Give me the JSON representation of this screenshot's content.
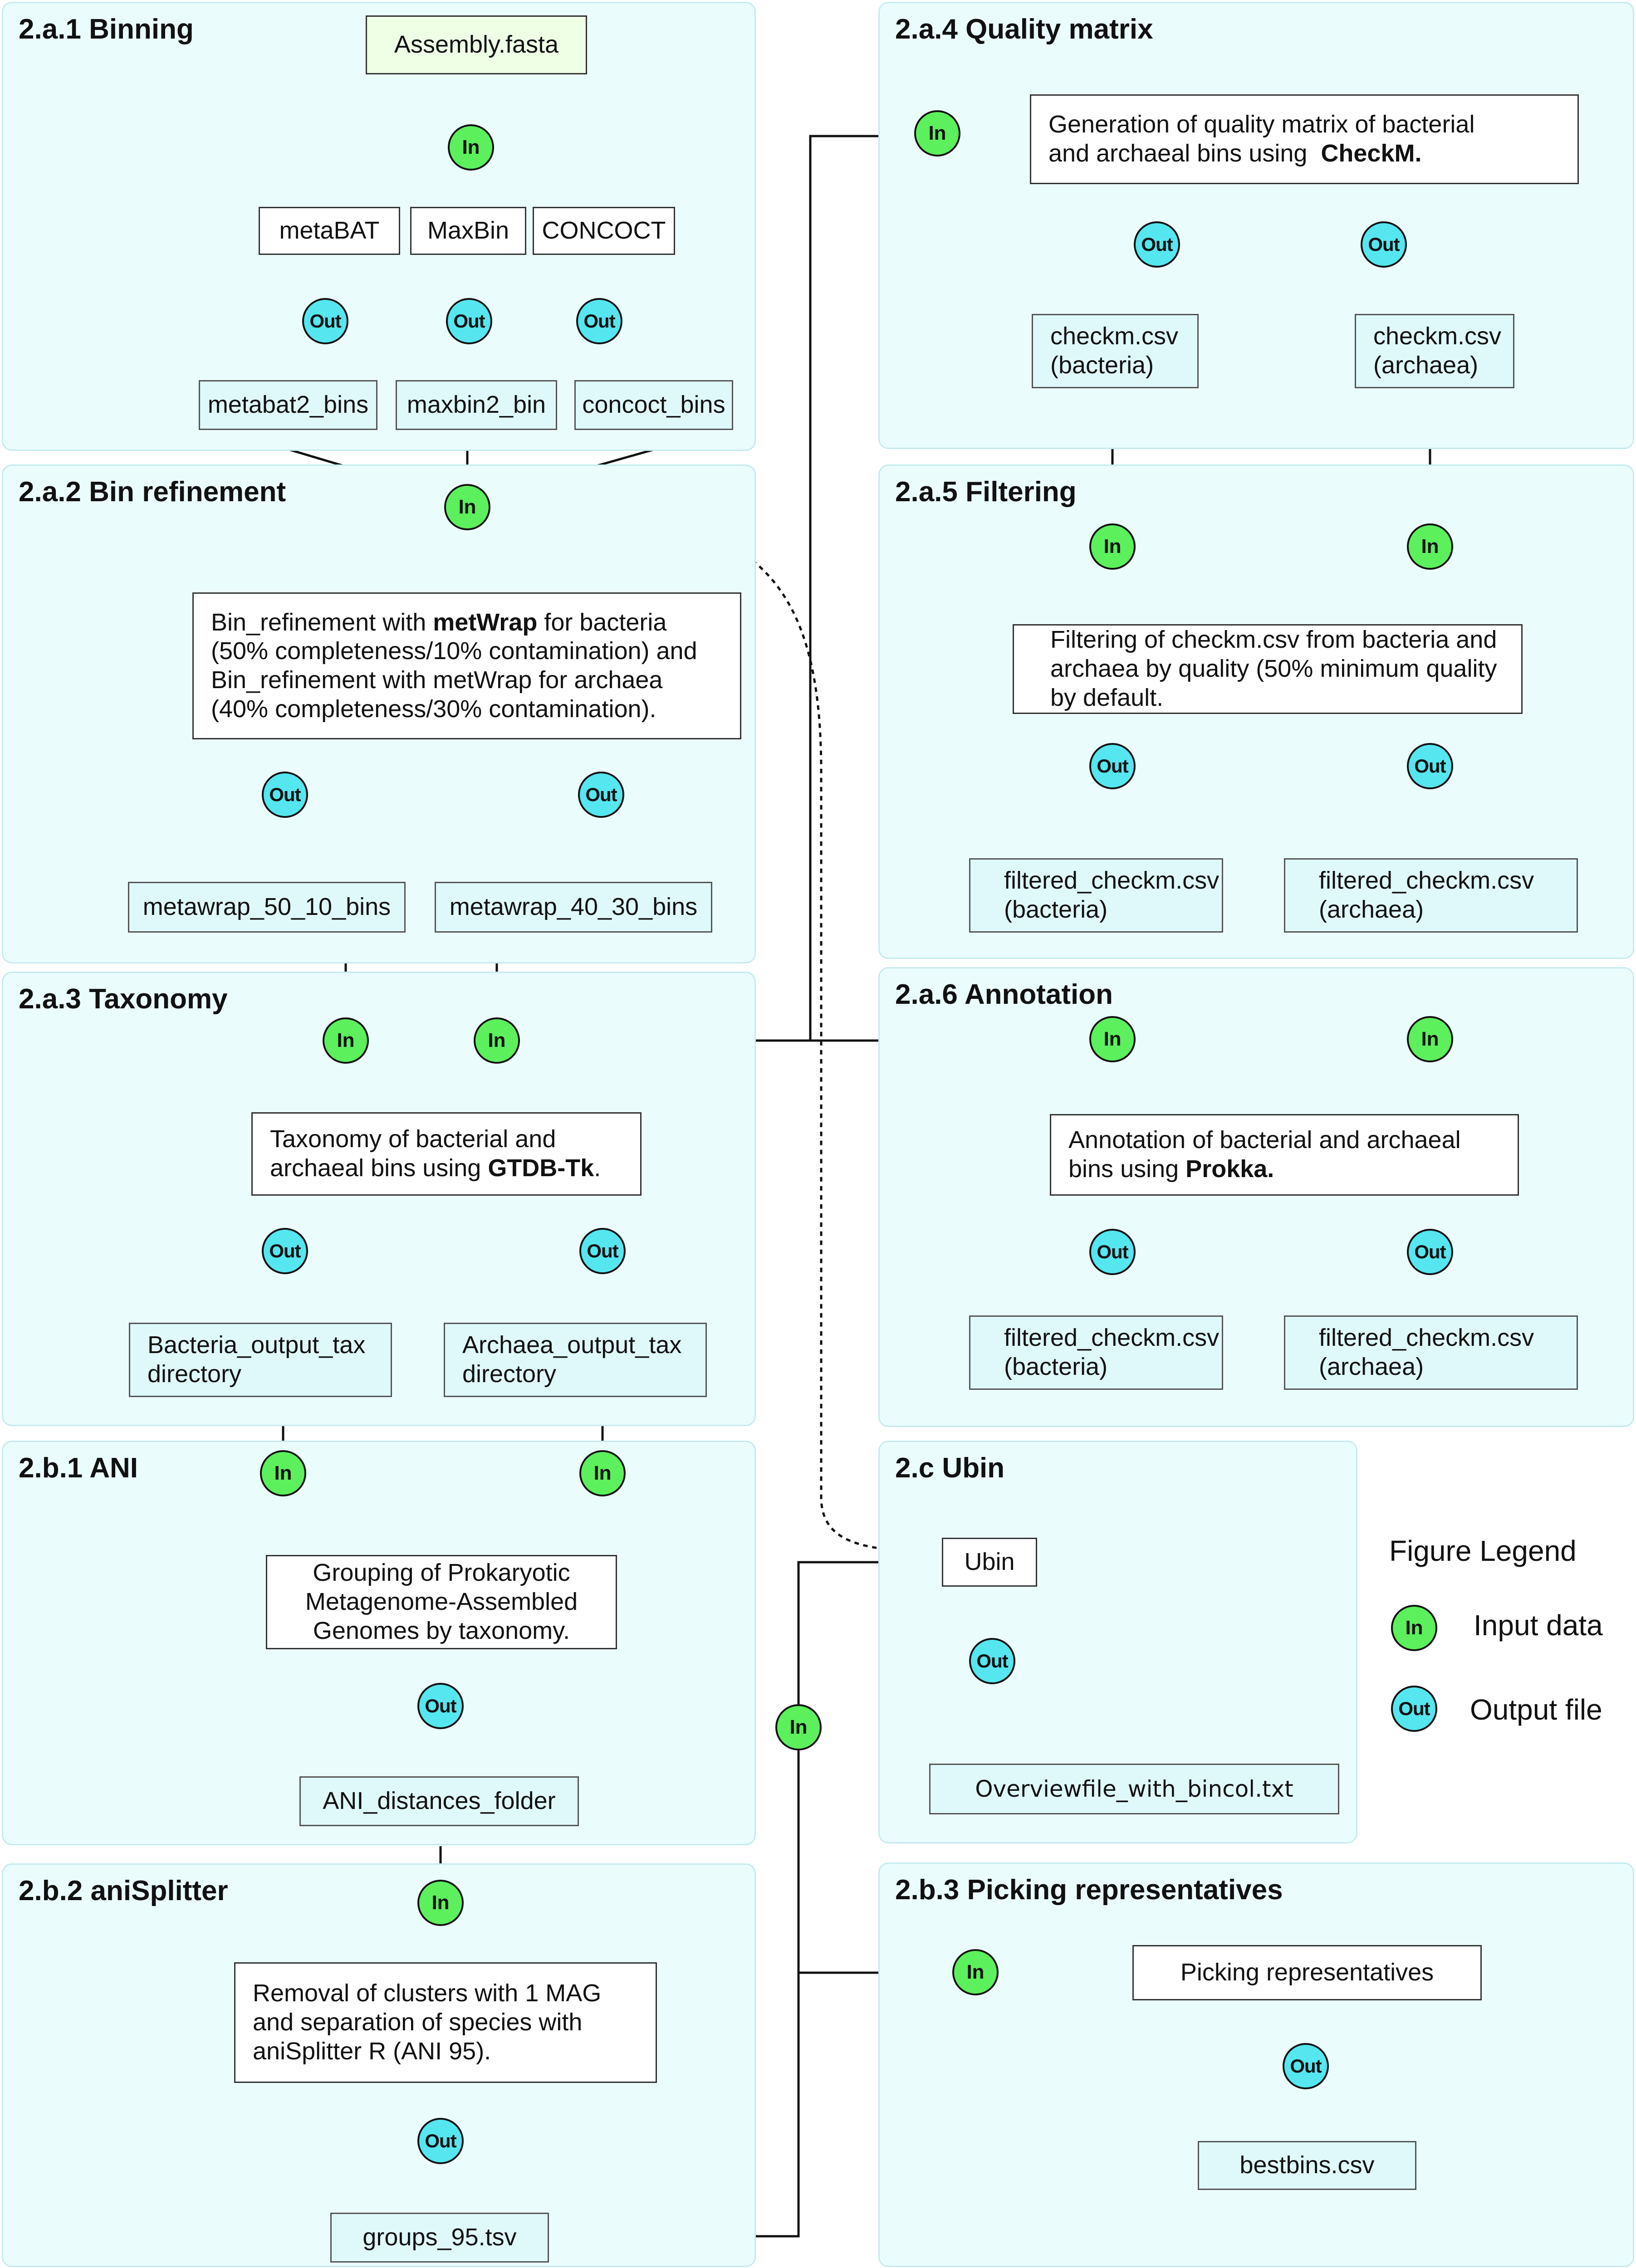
{
  "colors": {
    "input_node": "#5cf05c",
    "output_node": "#55e6f0",
    "panel_bg": "#ebfcfd",
    "file_bg": "#dff9fb"
  },
  "node_labels": {
    "in": "In",
    "out": "Out"
  },
  "panels": {
    "binning": {
      "title": "2.a.1 Binning",
      "input": "Assembly.fasta",
      "tools": [
        "metaBAT",
        "MaxBin",
        "CONCOCT"
      ],
      "outputs": [
        "metabat2_bins",
        "maxbin2_bin",
        "concoct_bins"
      ]
    },
    "bin_refinement": {
      "title": "2.a.2 Bin refinement",
      "step_lines": [
        {
          "pre": "Bin_refinement with ",
          "bold": "metWrap",
          "post": " for bacteria"
        },
        {
          "pre": "(50% completeness/10% contamination) and",
          "bold": "",
          "post": ""
        },
        {
          "pre": "Bin_refinement with metWrap for archaea",
          "bold": "",
          "post": ""
        },
        {
          "pre": "(40% completeness/30% contamination).",
          "bold": "",
          "post": ""
        }
      ],
      "outputs": [
        "metawrap_50_10_bins",
        "metawrap_40_30_bins"
      ]
    },
    "taxonomy": {
      "title": "2.a.3 Taxonomy",
      "step_line1": "Taxonomy of bacterial and",
      "step_line2_pre": "archaeal bins using ",
      "step_line2_bold": "GTDB-Tk",
      "step_line2_post": ".",
      "outputs": [
        [
          "Bacteria_output_tax",
          "directory"
        ],
        [
          "Archaea_output_tax",
          "directory"
        ]
      ]
    },
    "ani": {
      "title": "2.b.1 ANI",
      "step_lines": [
        "Grouping of Prokaryotic",
        "Metagenome-Assembled",
        "Genomes by taxonomy."
      ],
      "output": "ANI_distances_folder"
    },
    "anisplitter": {
      "title": "2.b.2 aniSplitter",
      "step_lines": [
        "Removal of clusters with 1 MAG",
        "and separation of species with",
        "aniSplitter R (ANI 95)."
      ],
      "output": "groups_95.tsv"
    },
    "quality_matrix": {
      "title": "2.a.4 Quality matrix",
      "step_line1": "Generation of quality matrix of bacterial",
      "step_line2_pre": "and archaeal bins using  ",
      "step_line2_bold": "CheckM.",
      "outputs": [
        [
          "checkm.csv",
          "(bacteria)"
        ],
        [
          "checkm.csv",
          "(archaea)"
        ]
      ]
    },
    "filtering": {
      "title": "2.a.5 Filtering",
      "step_lines": [
        "Filtering of checkm.csv from bacteria and",
        "archaea by quality (50% minimum quality",
        "by default."
      ],
      "outputs": [
        [
          "filtered_checkm.csv",
          "(bacteria)"
        ],
        [
          "filtered_checkm.csv",
          "(archaea)"
        ]
      ]
    },
    "annotation": {
      "title": "2.a.6 Annotation",
      "step_line1": "Annotation of bacterial and archaeal",
      "step_line2_pre": "bins using ",
      "step_line2_bold": "Prokka.",
      "outputs": [
        [
          "filtered_checkm.csv",
          "(bacteria)"
        ],
        [
          "filtered_checkm.csv",
          "(archaea)"
        ]
      ]
    },
    "ubin": {
      "title": "2.c Ubin",
      "tool": "Ubin",
      "output": "Overviewfile_with_bincol.txt"
    },
    "picking": {
      "title": "2.b.3 Picking representatives",
      "tool": "Picking representatives",
      "output": "bestbins.csv"
    }
  },
  "legend": {
    "title": "Figure Legend",
    "input": "Input data",
    "output": "Output file"
  }
}
